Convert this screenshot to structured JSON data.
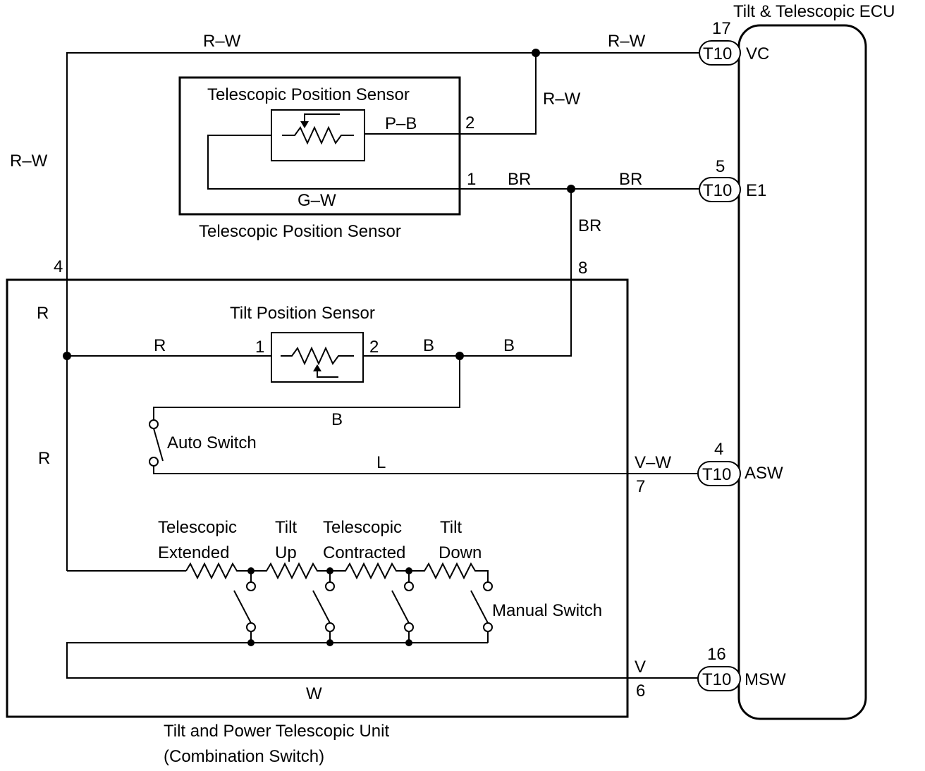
{
  "ecu": {
    "title": "Tilt & Telescopic ECU",
    "pins": [
      {
        "number": "17",
        "connector": "T10",
        "name": "VC"
      },
      {
        "number": "5",
        "connector": "T10",
        "name": "E1"
      },
      {
        "number": "4",
        "connector": "T10",
        "name": "ASW"
      },
      {
        "number": "16",
        "connector": "T10",
        "name": "MSW"
      }
    ]
  },
  "telescopic_sensor": {
    "inner_title": "Telescopic Position Sensor",
    "outer_caption": "Telescopic Position Sensor",
    "pin2": "2",
    "pin1": "1"
  },
  "tilt_unit": {
    "caption_line1": "Tilt and Power Telescopic Unit",
    "caption_line2": "(Combination Switch)",
    "pin4": "4",
    "pin8": "8",
    "pin7": "7",
    "pin6": "6"
  },
  "tilt_sensor": {
    "title": "Tilt Position Sensor",
    "pin1": "1",
    "pin2": "2"
  },
  "auto_switch": {
    "label": "Auto Switch"
  },
  "manual_switch": {
    "label": "Manual Switch",
    "labels": [
      {
        "line1": "Telescopic",
        "line2": "Extended"
      },
      {
        "line1": "Tilt",
        "line2": "Up"
      },
      {
        "line1": "Telescopic",
        "line2": "Contracted"
      },
      {
        "line1": "Tilt",
        "line2": "Down"
      }
    ]
  },
  "wires": {
    "rw_top_left": "R–W",
    "rw_top_right": "R–W",
    "rw_vertical": "R–W",
    "rw_left": "R–W",
    "pb": "P–B",
    "gw": "G–W",
    "br1": "BR",
    "br2": "BR",
    "br3": "BR",
    "r1": "R",
    "r2": "R",
    "r3": "R",
    "b1": "B",
    "b2": "B",
    "b3": "B",
    "l": "L",
    "vw": "V–W",
    "v": "V",
    "w": "W"
  }
}
